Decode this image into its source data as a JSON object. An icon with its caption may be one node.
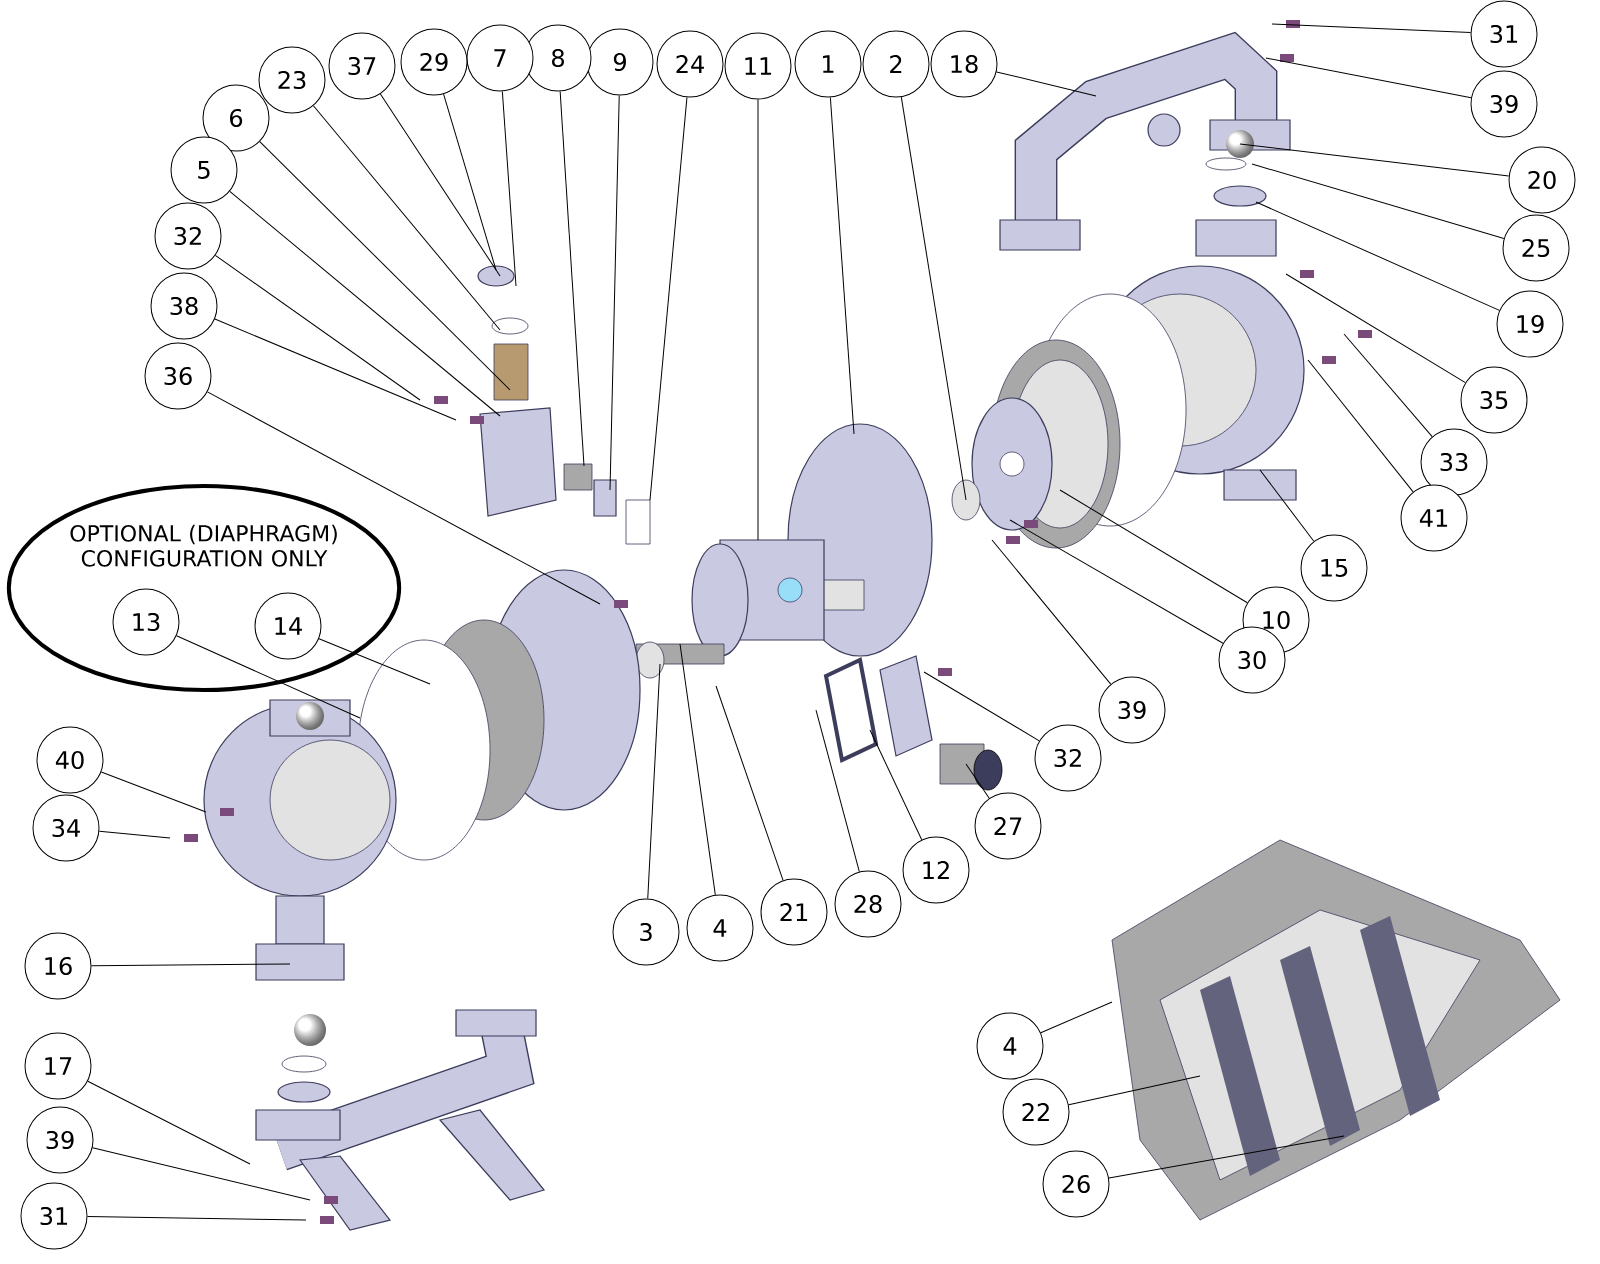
{
  "diagram": {
    "nodes": [
      {
        "text": [
          "OPTIONAL (DIAPHRAGM) CONFIGURATION ONLY"
        ]
      },
      {
        "text": [
          "31"
        ]
      },
      {
        "text": [
          "39"
        ]
      },
      {
        "text": [
          "18"
        ]
      },
      {
        "text": [
          "2"
        ]
      },
      {
        "text": [
          "1"
        ]
      },
      {
        "text": [
          "11"
        ]
      },
      {
        "text": [
          "24"
        ]
      },
      {
        "text": [
          "9"
        ]
      },
      {
        "text": [
          "8"
        ]
      },
      {
        "text": [
          "7"
        ]
      },
      {
        "text": [
          "29"
        ]
      },
      {
        "text": [
          "37"
        ]
      },
      {
        "text": [
          "23"
        ]
      },
      {
        "text": [
          "6"
        ]
      },
      {
        "text": [
          "5"
        ]
      },
      {
        "text": [
          "32"
        ]
      },
      {
        "text": [
          "38"
        ]
      },
      {
        "text": [
          "36"
        ]
      },
      {
        "text": [
          "20"
        ]
      },
      {
        "text": [
          "25"
        ]
      },
      {
        "text": [
          "19"
        ]
      },
      {
        "text": [
          "35"
        ]
      },
      {
        "text": [
          "33"
        ]
      },
      {
        "text": [
          "41"
        ]
      },
      {
        "text": [
          "15"
        ]
      },
      {
        "text": [
          "10"
        ]
      },
      {
        "text": [
          "30"
        ]
      },
      {
        "text": [
          "39"
        ]
      },
      {
        "text": [
          "32"
        ]
      },
      {
        "text": [
          "27"
        ]
      },
      {
        "text": [
          "12"
        ]
      },
      {
        "text": [
          "28"
        ]
      },
      {
        "text": [
          "21"
        ]
      },
      {
        "text": [
          "4"
        ]
      },
      {
        "text": [
          "3"
        ]
      },
      {
        "text": [
          "13"
        ],
        "in": 0
      },
      {
        "text": [
          "14"
        ],
        "in": 0
      },
      {
        "text": [
          "40"
        ]
      },
      {
        "text": [
          "34"
        ]
      },
      {
        "text": [
          "16"
        ]
      },
      {
        "text": [
          "17"
        ]
      },
      {
        "text": [
          "39"
        ]
      },
      {
        "text": [
          "31"
        ]
      },
      {
        "text": [
          "4"
        ]
      },
      {
        "text": [
          "22"
        ]
      },
      {
        "text": [
          "26"
        ]
      }
    ],
    "edges": [
      {
        "from": 1,
        "to": null,
        "arrow": "none"
      },
      {
        "from": 2,
        "to": null,
        "arrow": "none"
      },
      {
        "from": 3,
        "to": null,
        "arrow": "none"
      },
      {
        "from": 4,
        "to": null,
        "arrow": "none"
      },
      {
        "from": 5,
        "to": null,
        "arrow": "none"
      },
      {
        "from": 6,
        "to": null,
        "arrow": "none"
      },
      {
        "from": 7,
        "to": null,
        "arrow": "none"
      },
      {
        "from": 8,
        "to": null,
        "arrow": "none"
      },
      {
        "from": 9,
        "to": null,
        "arrow": "none"
      },
      {
        "from": 10,
        "to": null,
        "arrow": "none"
      },
      {
        "from": 11,
        "to": null,
        "arrow": "none"
      },
      {
        "from": 12,
        "to": null,
        "arrow": "none"
      },
      {
        "from": 13,
        "to": null,
        "arrow": "none"
      },
      {
        "from": 14,
        "to": null,
        "arrow": "none"
      },
      {
        "from": 15,
        "to": null,
        "arrow": "none"
      },
      {
        "from": 16,
        "to": null,
        "arrow": "none"
      },
      {
        "from": 17,
        "to": null,
        "arrow": "none"
      },
      {
        "from": 18,
        "to": null,
        "arrow": "none"
      },
      {
        "from": 19,
        "to": null,
        "arrow": "none"
      },
      {
        "from": 20,
        "to": null,
        "arrow": "none"
      },
      {
        "from": 21,
        "to": null,
        "arrow": "none"
      },
      {
        "from": 22,
        "to": null,
        "arrow": "none"
      },
      {
        "from": 23,
        "to": null,
        "arrow": "none"
      },
      {
        "from": 24,
        "to": null,
        "arrow": "none"
      },
      {
        "from": 25,
        "to": null,
        "arrow": "none"
      },
      {
        "from": 26,
        "to": null,
        "arrow": "none"
      },
      {
        "from": 27,
        "to": null,
        "arrow": "none"
      },
      {
        "from": 28,
        "to": null,
        "arrow": "none"
      },
      {
        "from": 29,
        "to": null,
        "arrow": "none"
      },
      {
        "from": 30,
        "to": null,
        "arrow": "none"
      },
      {
        "from": 31,
        "to": null,
        "arrow": "none"
      },
      {
        "from": 32,
        "to": null,
        "arrow": "none"
      },
      {
        "from": 33,
        "to": null,
        "arrow": "none"
      },
      {
        "from": 34,
        "to": null,
        "arrow": "none"
      },
      {
        "from": 35,
        "to": null,
        "arrow": "none"
      },
      {
        "from": 36,
        "to": null,
        "arrow": "none"
      },
      {
        "from": 37,
        "to": null,
        "arrow": "none"
      },
      {
        "from": 38,
        "to": null,
        "arrow": "none"
      },
      {
        "from": 39,
        "to": null,
        "arrow": "none"
      },
      {
        "from": 40,
        "to": null,
        "arrow": "none"
      },
      {
        "from": 41,
        "to": null,
        "arrow": "none"
      },
      {
        "from": 42,
        "to": null,
        "arrow": "none"
      },
      {
        "from": 43,
        "to": null,
        "arrow": "none"
      },
      {
        "from": 44,
        "to": null,
        "arrow": "none"
      },
      {
        "from": 45,
        "to": null,
        "arrow": "none"
      },
      {
        "from": 46,
        "to": null,
        "arrow": "none"
      }
    ]
  }
}
